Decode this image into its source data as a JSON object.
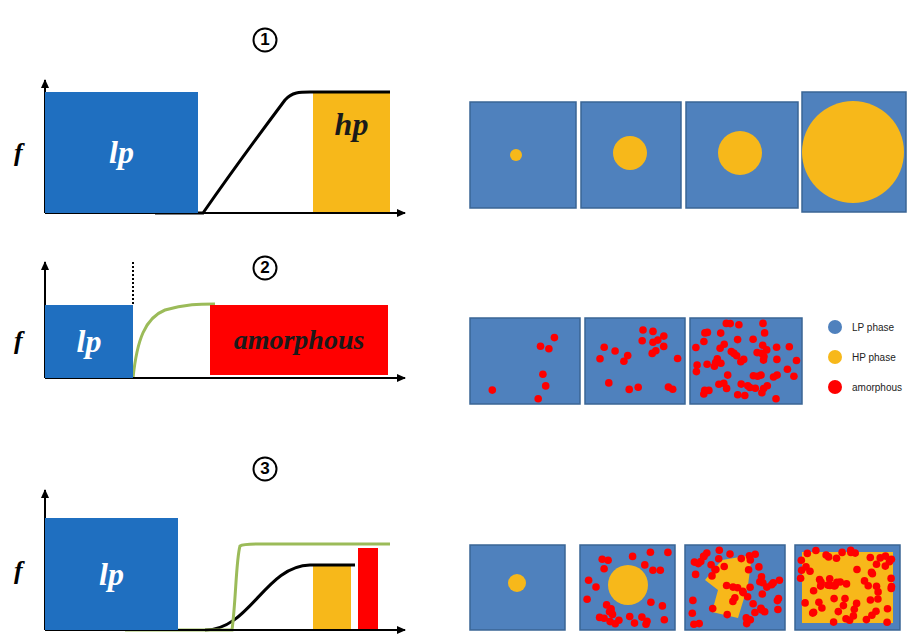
{
  "diagram": {
    "nodes": [
      {
        "text": [
          "1"
        ]
      },
      {
        "text": [
          "lp"
        ]
      },
      {
        "text": [
          "hp"
        ]
      },
      {
        "text": [
          "2"
        ]
      },
      {
        "text": [
          "lp"
        ]
      },
      {
        "text": [
          "amorphous"
        ]
      },
      {
        "text": [
          "3"
        ]
      },
      {
        "text": [
          "lp"
        ]
      }
    ],
    "labels": [
      "f",
      "f",
      "f"
    ],
    "legend": [
      {
        "text": "LP phase",
        "color": "#4f81bd"
      },
      {
        "text": "HP phase",
        "color": "#f7b81a"
      },
      {
        "text": "amorphous",
        "color": "#ff0000"
      }
    ]
  }
}
